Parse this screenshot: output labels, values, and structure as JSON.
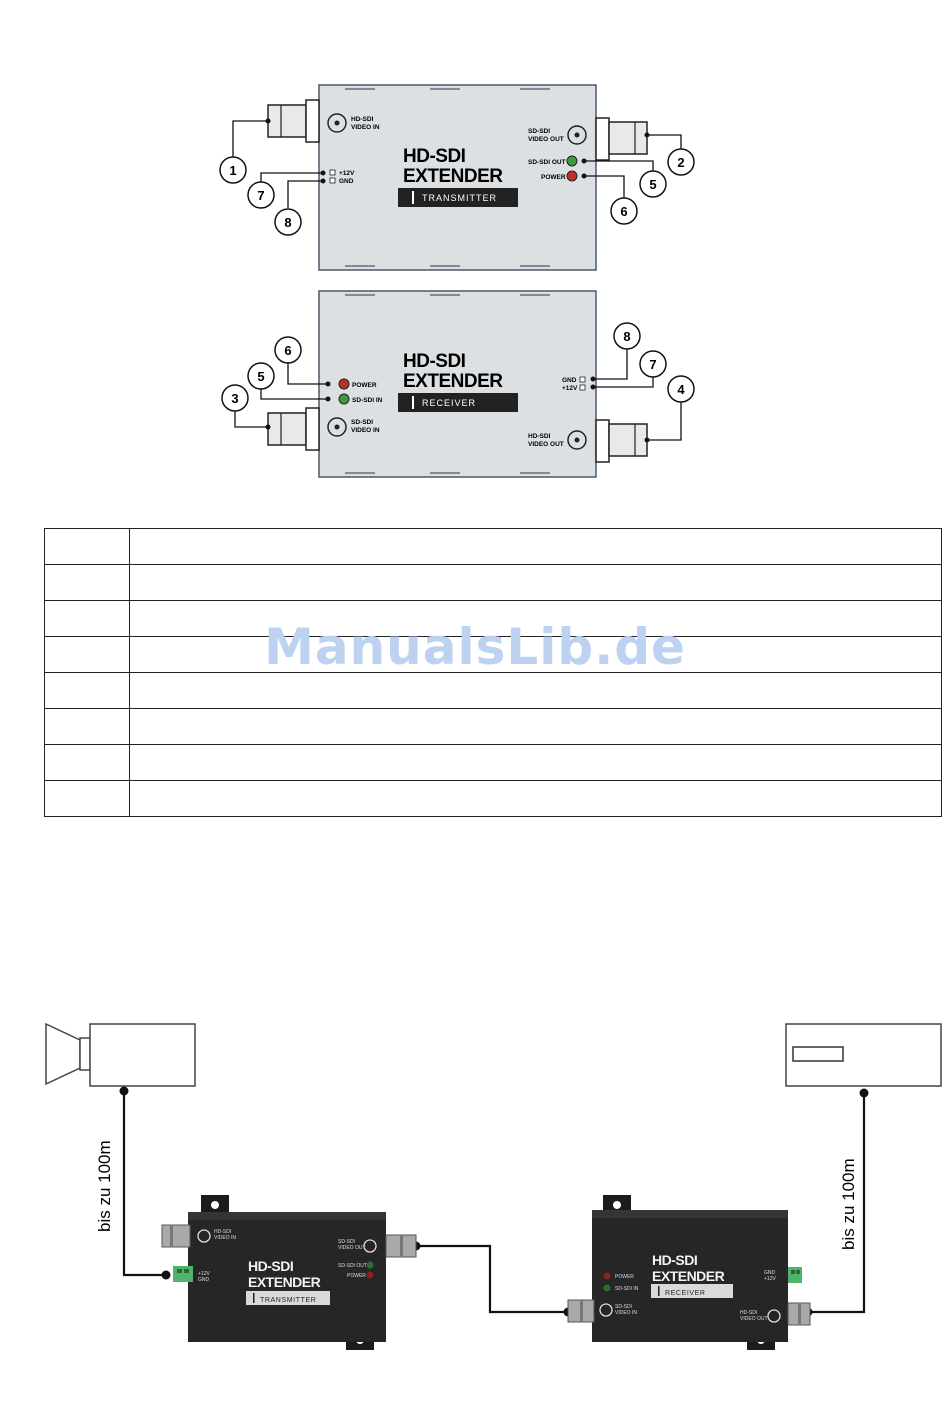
{
  "transmitter_diagram": {
    "title_line1": "HD-SDI",
    "title_line2": "EXTENDER",
    "badge": "TRANSMITTER",
    "port_video_in_l1": "HD-SDI",
    "port_video_in_l2": "VIDEO IN",
    "port_video_out_l1": "SD-SDI",
    "port_video_out_l2": "VIDEO OUT",
    "led_sdi_out": "SD-SDI OUT",
    "led_power": "POWER",
    "term_12v": "+12V",
    "term_gnd": "GND",
    "callouts": [
      "1",
      "2",
      "5",
      "6",
      "7",
      "8"
    ]
  },
  "receiver_diagram": {
    "title_line1": "HD-SDI",
    "title_line2": "EXTENDER",
    "badge": "RECEIVER",
    "led_power": "POWER",
    "led_sdi_in": "SD-SDI IN",
    "port_video_in_l1": "SD-SDI",
    "port_video_in_l2": "VIDEO IN",
    "port_video_out_l1": "HD-SDI",
    "port_video_out_l2": "VIDEO OUT",
    "term_gnd": "GND",
    "term_12v": "+12V",
    "callouts": [
      "6",
      "5",
      "3",
      "8",
      "7",
      "4"
    ]
  },
  "legend_rows": [
    {
      "num": "",
      "text": ""
    },
    {
      "num": "",
      "text": ""
    },
    {
      "num": "",
      "text": ""
    },
    {
      "num": "",
      "text": ""
    },
    {
      "num": "",
      "text": ""
    },
    {
      "num": "",
      "text": ""
    },
    {
      "num": "",
      "text": ""
    },
    {
      "num": "",
      "text": ""
    }
  ],
  "watermark": "ManualsLib.de",
  "connection": {
    "left_distance": "bis zu 100m",
    "right_distance": "bis zu 100m",
    "tx_title_line1": "HD-SDI",
    "tx_title_line2": "EXTENDER",
    "tx_badge": "TRANSMITTER",
    "tx_in_l1": "HD-SDI",
    "tx_in_l2": "VIDEO IN",
    "tx_out_l1": "SD-SDI",
    "tx_out_l2": "VIDEO OUT",
    "tx_led_out": "SD-SDI OUT",
    "tx_led_power": "POWER",
    "tx_12v": "+12V",
    "tx_gnd": "GND",
    "rx_title_line1": "HD-SDI",
    "rx_title_line2": "EXTENDER",
    "rx_badge": "RECEIVER",
    "rx_led_power": "POWER",
    "rx_led_in": "SD-SDI IN",
    "rx_in_l1": "SD-SDI",
    "rx_in_l2": "VIDEO IN",
    "rx_out_l1": "HD-SDI",
    "rx_out_l2": "VIDEO OUT",
    "rx_gnd": "GND",
    "rx_12v": "+12V"
  }
}
